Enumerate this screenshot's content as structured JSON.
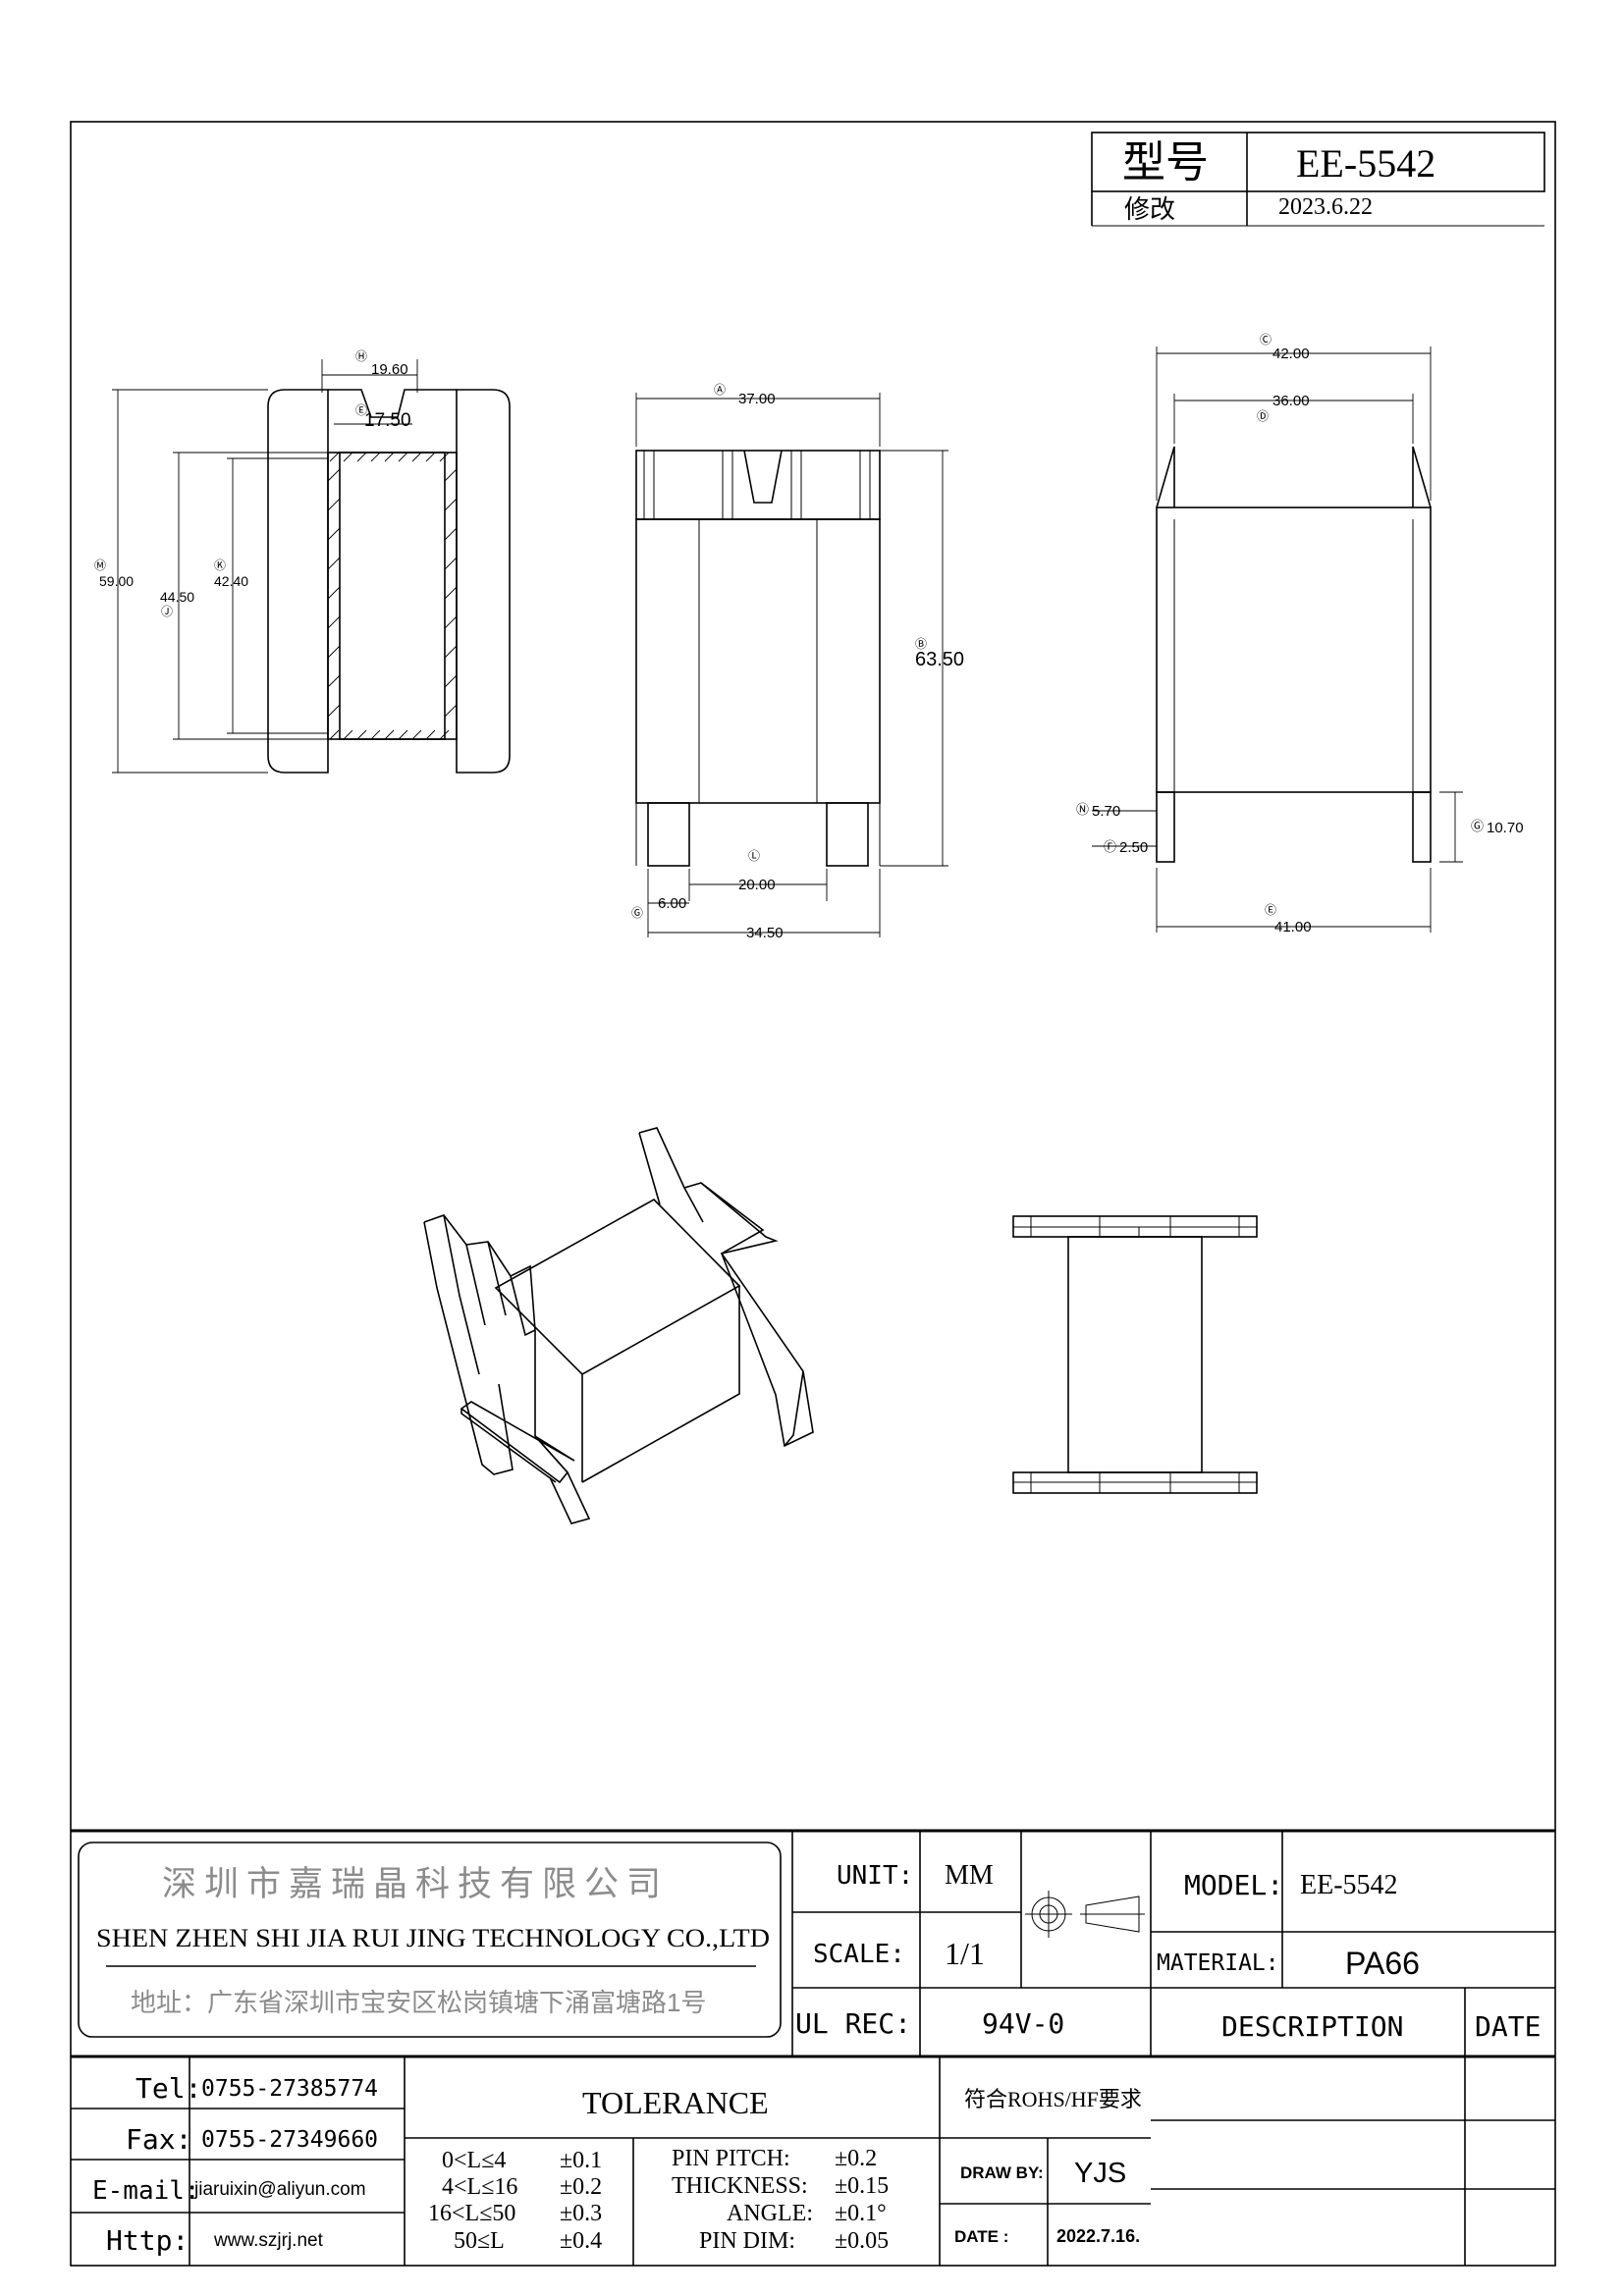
{
  "title_block": {
    "model_label": "型号",
    "model_value": "EE-5542",
    "revision_label": "修改",
    "revision_date": "2023.6.22"
  },
  "dimensions": {
    "left_view": {
      "h_19_60": "19.60",
      "e_17_50": "17.50",
      "m_59_00": "59.00",
      "j_44_50": "44.50",
      "k_42_40": "42.40",
      "circ_h": "Ⓗ",
      "circ_e": "Ⓔ",
      "circ_m": "Ⓜ",
      "circ_j": "Ⓙ",
      "circ_k": "Ⓚ"
    },
    "front_view": {
      "a_37_00": "37.00",
      "b_63_50": "63.50",
      "l_20_00": "20.00",
      "g_6_00": "6.00",
      "w_34_50": "34.50",
      "circ_a": "Ⓐ",
      "circ_b": "Ⓑ",
      "circ_l": "Ⓛ",
      "circ_g": "Ⓖ"
    },
    "side_view": {
      "c_42_00": "42.00",
      "d_36_00": "36.00",
      "n_5_70": "5.70",
      "f_2_50": "2.50",
      "g_10_70": "10.70",
      "e_41_00": "41.00",
      "circ_c": "Ⓒ",
      "circ_d": "Ⓓ",
      "circ_n": "Ⓝ",
      "circ_f": "Ⓕ",
      "circ_g2": "Ⓖ",
      "circ_e2": "Ⓔ"
    }
  },
  "company": {
    "name_cn": "深圳市嘉瑞晶科技有限公司",
    "name_en": "SHEN ZHEN SHI   JIA RUI JING   TECHNOLOGY CO.,LTD",
    "address": "地址：广东省深圳市宝安区松岗镇塘下涌富塘路1号"
  },
  "specs": {
    "unit_label": "UNIT:",
    "unit_value": "MM",
    "scale_label": "SCALE:",
    "scale_value": "1/1",
    "ul_label": "UL REC:",
    "ul_value": "94V-0",
    "model_label": "MODEL:",
    "model_value": "EE-5542",
    "material_label": "MATERIAL:",
    "material_value": "PA66",
    "description_label": "DESCRIPTION",
    "date_label": "DATE",
    "rohs": "符合ROHS/HF要求",
    "drawn_by_label": "DRAW BY:",
    "drawn_by_value": "YJS",
    "date_field_label": "DATE :",
    "date_field_value": "2022.7.16."
  },
  "contact": {
    "tel_label": "Tel:",
    "tel_value": "0755-27385774",
    "fax_label": "Fax:",
    "fax_value": "0755-27349660",
    "email_label": "E-mail:",
    "email_value": "jiaruixin@aliyun.com",
    "http_label": "Http:",
    "http_value": "www.szjrj.net"
  },
  "tolerance": {
    "title": "TOLERANCE",
    "ranges": [
      {
        "range": "0<L≤4",
        "tol": "±0.1"
      },
      {
        "range": "4<L≤16",
        "tol": "±0.2"
      },
      {
        "range": "16<L≤50",
        "tol": "±0.3"
      },
      {
        "range": "50≤L",
        "tol": "±0.4"
      }
    ],
    "items": [
      {
        "name": "PIN PITCH:",
        "tol": "±0.2"
      },
      {
        "name": "THICKNESS:",
        "tol": "±0.15"
      },
      {
        "name": "ANGLE:",
        "tol": "±0.1°"
      },
      {
        "name": "PIN DIM:",
        "tol": "±0.05"
      }
    ]
  }
}
